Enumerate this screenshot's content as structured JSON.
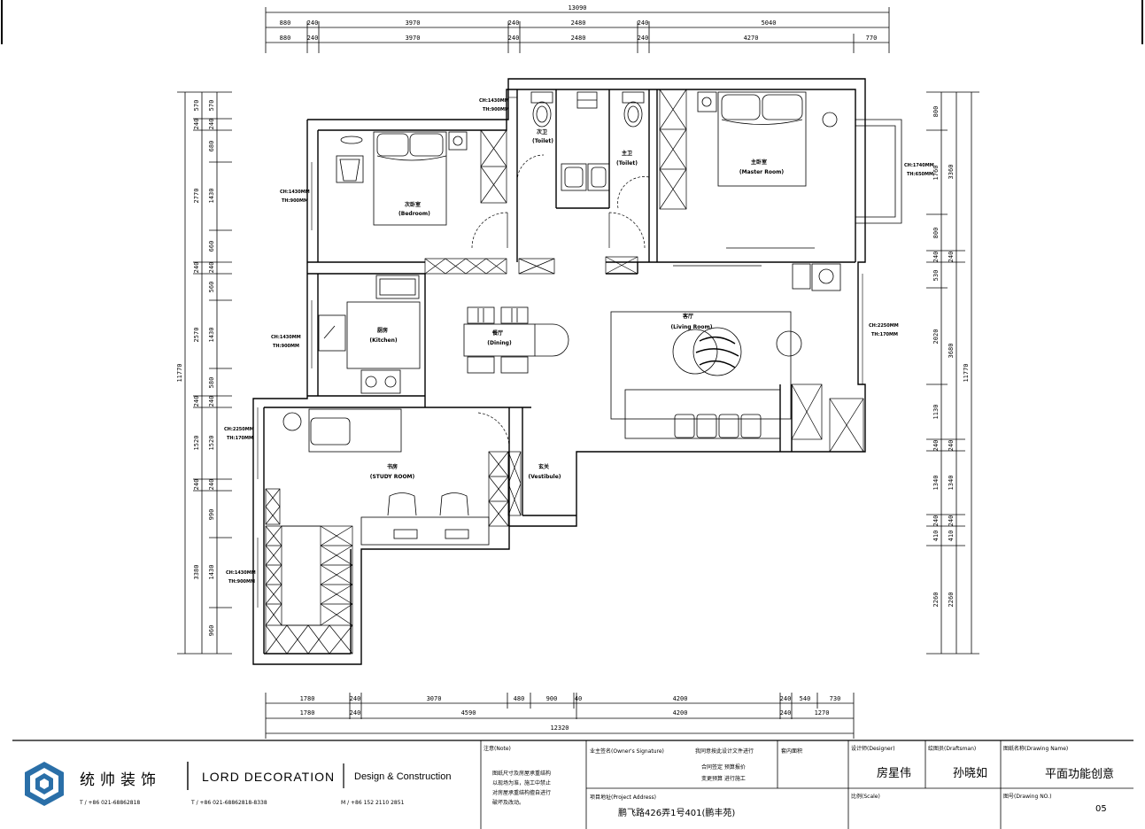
{
  "dims": {
    "top_total": "13090",
    "top_row1": [
      "880",
      "240",
      "3970",
      "240",
      "2480",
      "240",
      "5040"
    ],
    "top_row2": [
      "880",
      "240",
      "3970",
      "240",
      "2480",
      "240",
      "4270",
      "770"
    ],
    "bottom_row1": [
      "1780",
      "240",
      "3070",
      "480",
      "900",
      "40",
      "4200",
      "240",
      "540",
      "730"
    ],
    "bottom_row2": [
      "1780",
      "240",
      "4590",
      "4200",
      "240",
      "1270"
    ],
    "bottom_total": "12320",
    "left_outer": [
      "570",
      "240",
      "2770",
      "240",
      "2570",
      "240",
      "1520",
      "240",
      "3380"
    ],
    "left_inner": [
      "570",
      "240",
      "680",
      "1430",
      "660",
      "240",
      "560",
      "1430",
      "580",
      "240",
      "1520",
      "240",
      "990",
      "1430",
      "960"
    ],
    "left_total": "11770",
    "right_inner": [
      "800",
      "1760",
      "800",
      "240",
      "530",
      "2020",
      "1130",
      "240",
      "1340",
      "240",
      "410",
      "2260"
    ],
    "right_outer": [
      "3360",
      "240",
      "3680",
      "240",
      "1340",
      "240",
      "410",
      "2260"
    ],
    "right_total": "11770"
  },
  "rooms": {
    "bedroom": {
      "cn": "次卧室",
      "en": "(Bedroom)"
    },
    "toilet2": {
      "cn": "次卫",
      "en": "(Toilet)"
    },
    "toilet1": {
      "cn": "主卫",
      "en": "(Toilet)"
    },
    "master": {
      "cn": "主卧室",
      "en": "(Master Room)"
    },
    "kitchen": {
      "cn": "厨房",
      "en": "(Kitchen)"
    },
    "dining": {
      "cn": "餐厅",
      "en": "(Dining)"
    },
    "living": {
      "cn": "客厅",
      "en": "(Living Room)"
    },
    "study": {
      "cn": "书房",
      "en": "(STUDY ROOM)"
    },
    "vestibule": {
      "cn": "玄关",
      "en": "(Vestibule)"
    }
  },
  "windows": [
    {
      "ch": "CH:1430MM",
      "th": "TH:900MM"
    },
    {
      "ch": "CH:1430MM",
      "th": "TH:900MM"
    },
    {
      "ch": "CH:1740MM",
      "th": "TH:650MM"
    },
    {
      "ch": "CH:1430MM",
      "th": "TH:900MM"
    },
    {
      "ch": "CH:2250MM",
      "th": "TH:170MM"
    },
    {
      "ch": "CH:2250MM",
      "th": "TH:170MM"
    },
    {
      "ch": "CH:1430MM",
      "th": "TH:900MM"
    }
  ],
  "titleblock": {
    "brand_cn": "统帅装饰",
    "brand_en": "LORD DECORATION",
    "tagline": "Design & Construction",
    "phone1": "T / +86 021-68862818",
    "phone2": "T / +86 021-68862818-8338",
    "mobile": "M / +86 152 2110 2851",
    "note_label": "注意(Note)",
    "note_lines": [
      "图纸尺寸及房屋承重结构",
      "以现场为准，施工中禁止",
      "对房屋承重结构擅自进行",
      "破坏及改动。"
    ],
    "owner_label": "业主签名(Owner's Signature)",
    "owner_lines": [
      "我同意按此设计文件进行",
      "合同签定    预算报价",
      "变更预算    进行施工"
    ],
    "area_label": "套内面积",
    "address_label": "项目地址(Project Address)",
    "address": "鹏飞路426弄1号401(鹏丰苑)",
    "designer_label": "设计师(Designer)",
    "designer": "房星伟",
    "draftsman_label": "绘图员(Draftsman)",
    "draftsman": "孙晓如",
    "scale_label": "比例(Scale)",
    "drawing_name_label": "图纸名称(Drawing Name)",
    "drawing_name": "平面功能创意",
    "drawing_no_label": "图号(Drawing NO.)",
    "drawing_no": "05"
  }
}
